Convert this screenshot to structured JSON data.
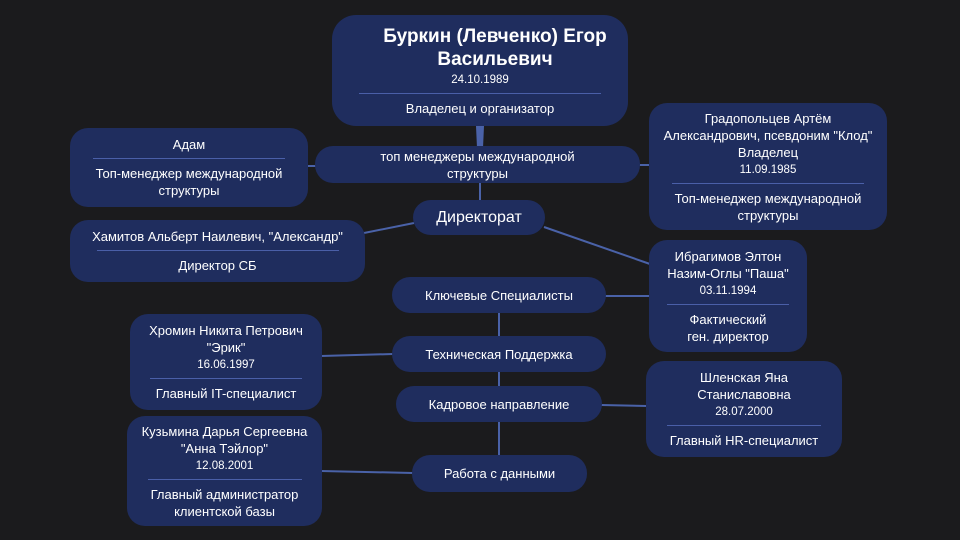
{
  "owner": {
    "name": "Буркин (Левченко) Егор Васильевич",
    "date": "24.10.1989",
    "role": "Владелец и организатор"
  },
  "groups": {
    "top_managers": "топ менеджеры международной структуры",
    "directorate": "Директорат",
    "key_specialists": "Ключевые Специалисты",
    "tech_support": "Техническая Поддержка",
    "hr": "Кадровое направление",
    "data": "Работа с данными"
  },
  "people": {
    "adam": {
      "name": "Адам",
      "role": "Топ-менеджер международной структуры"
    },
    "gradopoltsev": {
      "name": "Градопольцев Артём Александрович, псевдоним \"Клод\"  Владелец",
      "date": "11.09.1985",
      "role": "Топ-менеджер международной структуры"
    },
    "khamitov": {
      "name": "Хамитов Альберт Наилевич, \"Александр\"",
      "role": "Директор СБ"
    },
    "ibragimov": {
      "name": "Ибрагимов Элтон Назим-Оглы \"Паша\"",
      "date": "03.11.1994",
      "role": "Фактический ген. директор"
    },
    "khromin": {
      "name": "Хромин Никита Петрович \"Эрик\"",
      "date": "16.06.1997",
      "role": "Главный IT-специалист"
    },
    "shlenskaya": {
      "name": "Шленская Яна Станиславовна",
      "date": "28.07.2000",
      "role": "Главный HR-специалист"
    },
    "kuzmina": {
      "name": "Кузьмина Дарья Сергеевна \"Анна Тэйлор\"",
      "date": "12.08.2001",
      "role": "Главный администратор клиентской базы"
    }
  },
  "colors": {
    "background": "#1b1b1d",
    "box": "#1f2d5e",
    "line": "#4a62a8"
  }
}
